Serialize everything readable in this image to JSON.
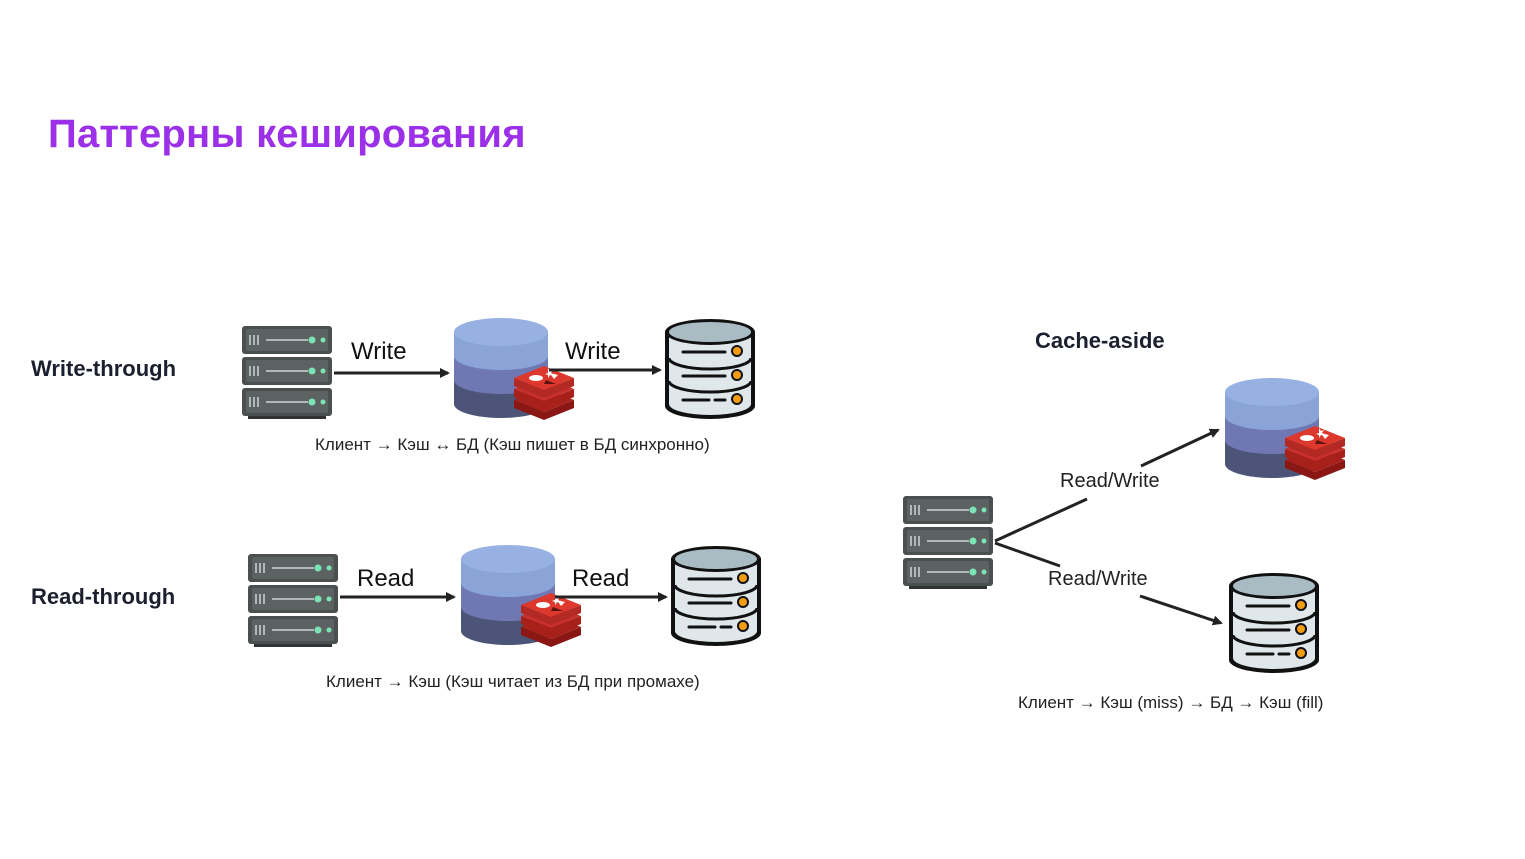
{
  "title": "Паттерны кеширования",
  "write_through": {
    "label": "Write-through",
    "arrow1": "Write",
    "arrow2": "Write",
    "caption": "Клиент → Кэш ↔ БД (Кэш пишет в БД синхронно)"
  },
  "read_through": {
    "label": "Read-through",
    "arrow1": "Read",
    "arrow2": "Read",
    "caption": "Клиент → Кэш (Кэш читает из БД при промахе)"
  },
  "cache_aside": {
    "label": "Cache-aside",
    "arrow_upper": "Read/Write",
    "arrow_lower": "Read/Write",
    "caption": "Клиент → Кэш (miss) → БД → Кэш (fill)"
  },
  "colors": {
    "title": "#9b30e8",
    "server": "#4a4f4f",
    "cache_top": "#8aa4d8",
    "cache_mid": "#6f78b3",
    "cache_bottom": "#4c5578",
    "redis": "#c9302c",
    "db_body": "#dfe7ea",
    "db_accent": "#f39c12"
  },
  "icons": [
    "server-icon",
    "cache-cylinder-icon",
    "redis-icon",
    "database-icon"
  ]
}
